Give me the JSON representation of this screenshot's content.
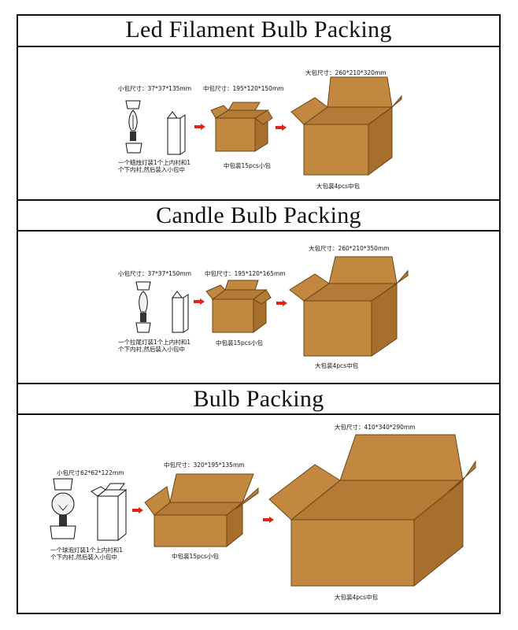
{
  "sections": [
    {
      "title": "Led Filament Bulb Packing",
      "small_box_size": "小包尺寸：37*37*135mm",
      "middle_box_size": "中包尺寸：195*120*150mm",
      "big_box_size": "大包尺寸：260*210*320mm",
      "small_note": [
        "一个蜡烛灯装1个上内衬和1",
        "个下内衬,然后装入小包中"
      ],
      "middle_note": "中包装15pcs小包",
      "big_note": "大包装4pcs中包"
    },
    {
      "title": "Candle Bulb Packing",
      "small_box_size": "小包尺寸：37*37*150mm",
      "middle_box_size": "中包尺寸：195*120*165mm",
      "big_box_size": "大包尺寸：260*210*350mm",
      "small_note": [
        "一个拉尾灯装1个上内衬和1",
        "个下内衬,然后装入小包中"
      ],
      "middle_note": "中包装15pcs小包",
      "big_note": "大包装4pcs中包"
    },
    {
      "title": "Bulb Packing",
      "small_box_size": "小包尺寸62*62*122mm",
      "middle_box_size": "中包尺寸：320*195*135mm",
      "big_box_size": "大包尺寸：410*340*290mm",
      "small_note": [
        "一个球泡灯装1个上内衬和1",
        "个下内衬,然后装入小包中"
      ],
      "middle_note": "中包装15pcs小包",
      "big_note": "大包装4pcs中包"
    }
  ],
  "colors": {
    "carton": "#c2883f",
    "carton_dark": "#a86f2c",
    "arrow": "#e2231a"
  }
}
